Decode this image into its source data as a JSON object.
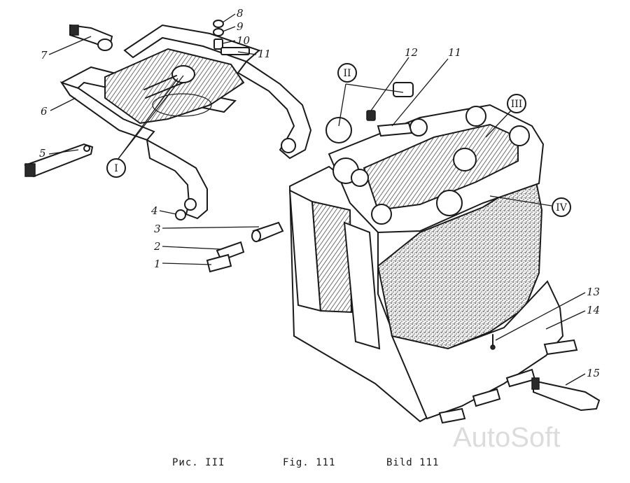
{
  "callouts": {
    "c1": "1",
    "c2": "2",
    "c3": "3",
    "c4": "4",
    "c5": "5",
    "c6": "6",
    "c7": "7",
    "c8": "8",
    "c9": "9",
    "c10": "10",
    "c11a": "11",
    "c11b": "11",
    "c12": "12",
    "c13": "13",
    "c14": "14",
    "c15": "15"
  },
  "views": {
    "v1": "I",
    "v2": "II",
    "v3": "III",
    "v4": "IV"
  },
  "caption": {
    "ru": "Рис. III",
    "en": "Fig. 111",
    "de": "Bild 111"
  },
  "watermark": "AutoSoft"
}
